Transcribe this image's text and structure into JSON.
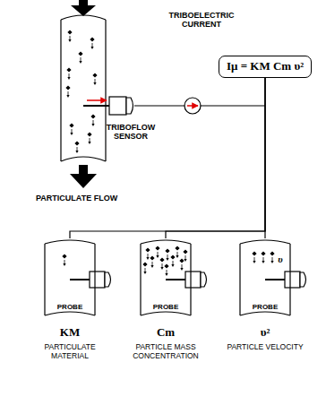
{
  "diagram": {
    "nodes": [
      {
        "text": [
          "Iμ = KM Cm υ²"
        ]
      },
      {
        "text": [
          "PROBE"
        ]
      },
      {
        "text": [
          "PROBE"
        ]
      },
      {
        "text": [
          "PROBE"
        ]
      }
    ],
    "edges": [
      {
        "from": 0,
        "to": 1,
        "arrow": "none"
      },
      {
        "from": 0,
        "to": 2,
        "arrow": "none"
      },
      {
        "from": 0,
        "to": 3,
        "arrow": "none"
      }
    ],
    "labels": [
      "TRIBOELECTRIC CURRENT",
      "TRIBOFLOW SENSOR",
      "PARTICULATE FLOW",
      "υ",
      "KM",
      "PARTICULATE MATERIAL",
      "Cm",
      "PARTICLE MASS CONCENTRATION",
      "υ²",
      "PARTICLE VELOCITY"
    ]
  }
}
